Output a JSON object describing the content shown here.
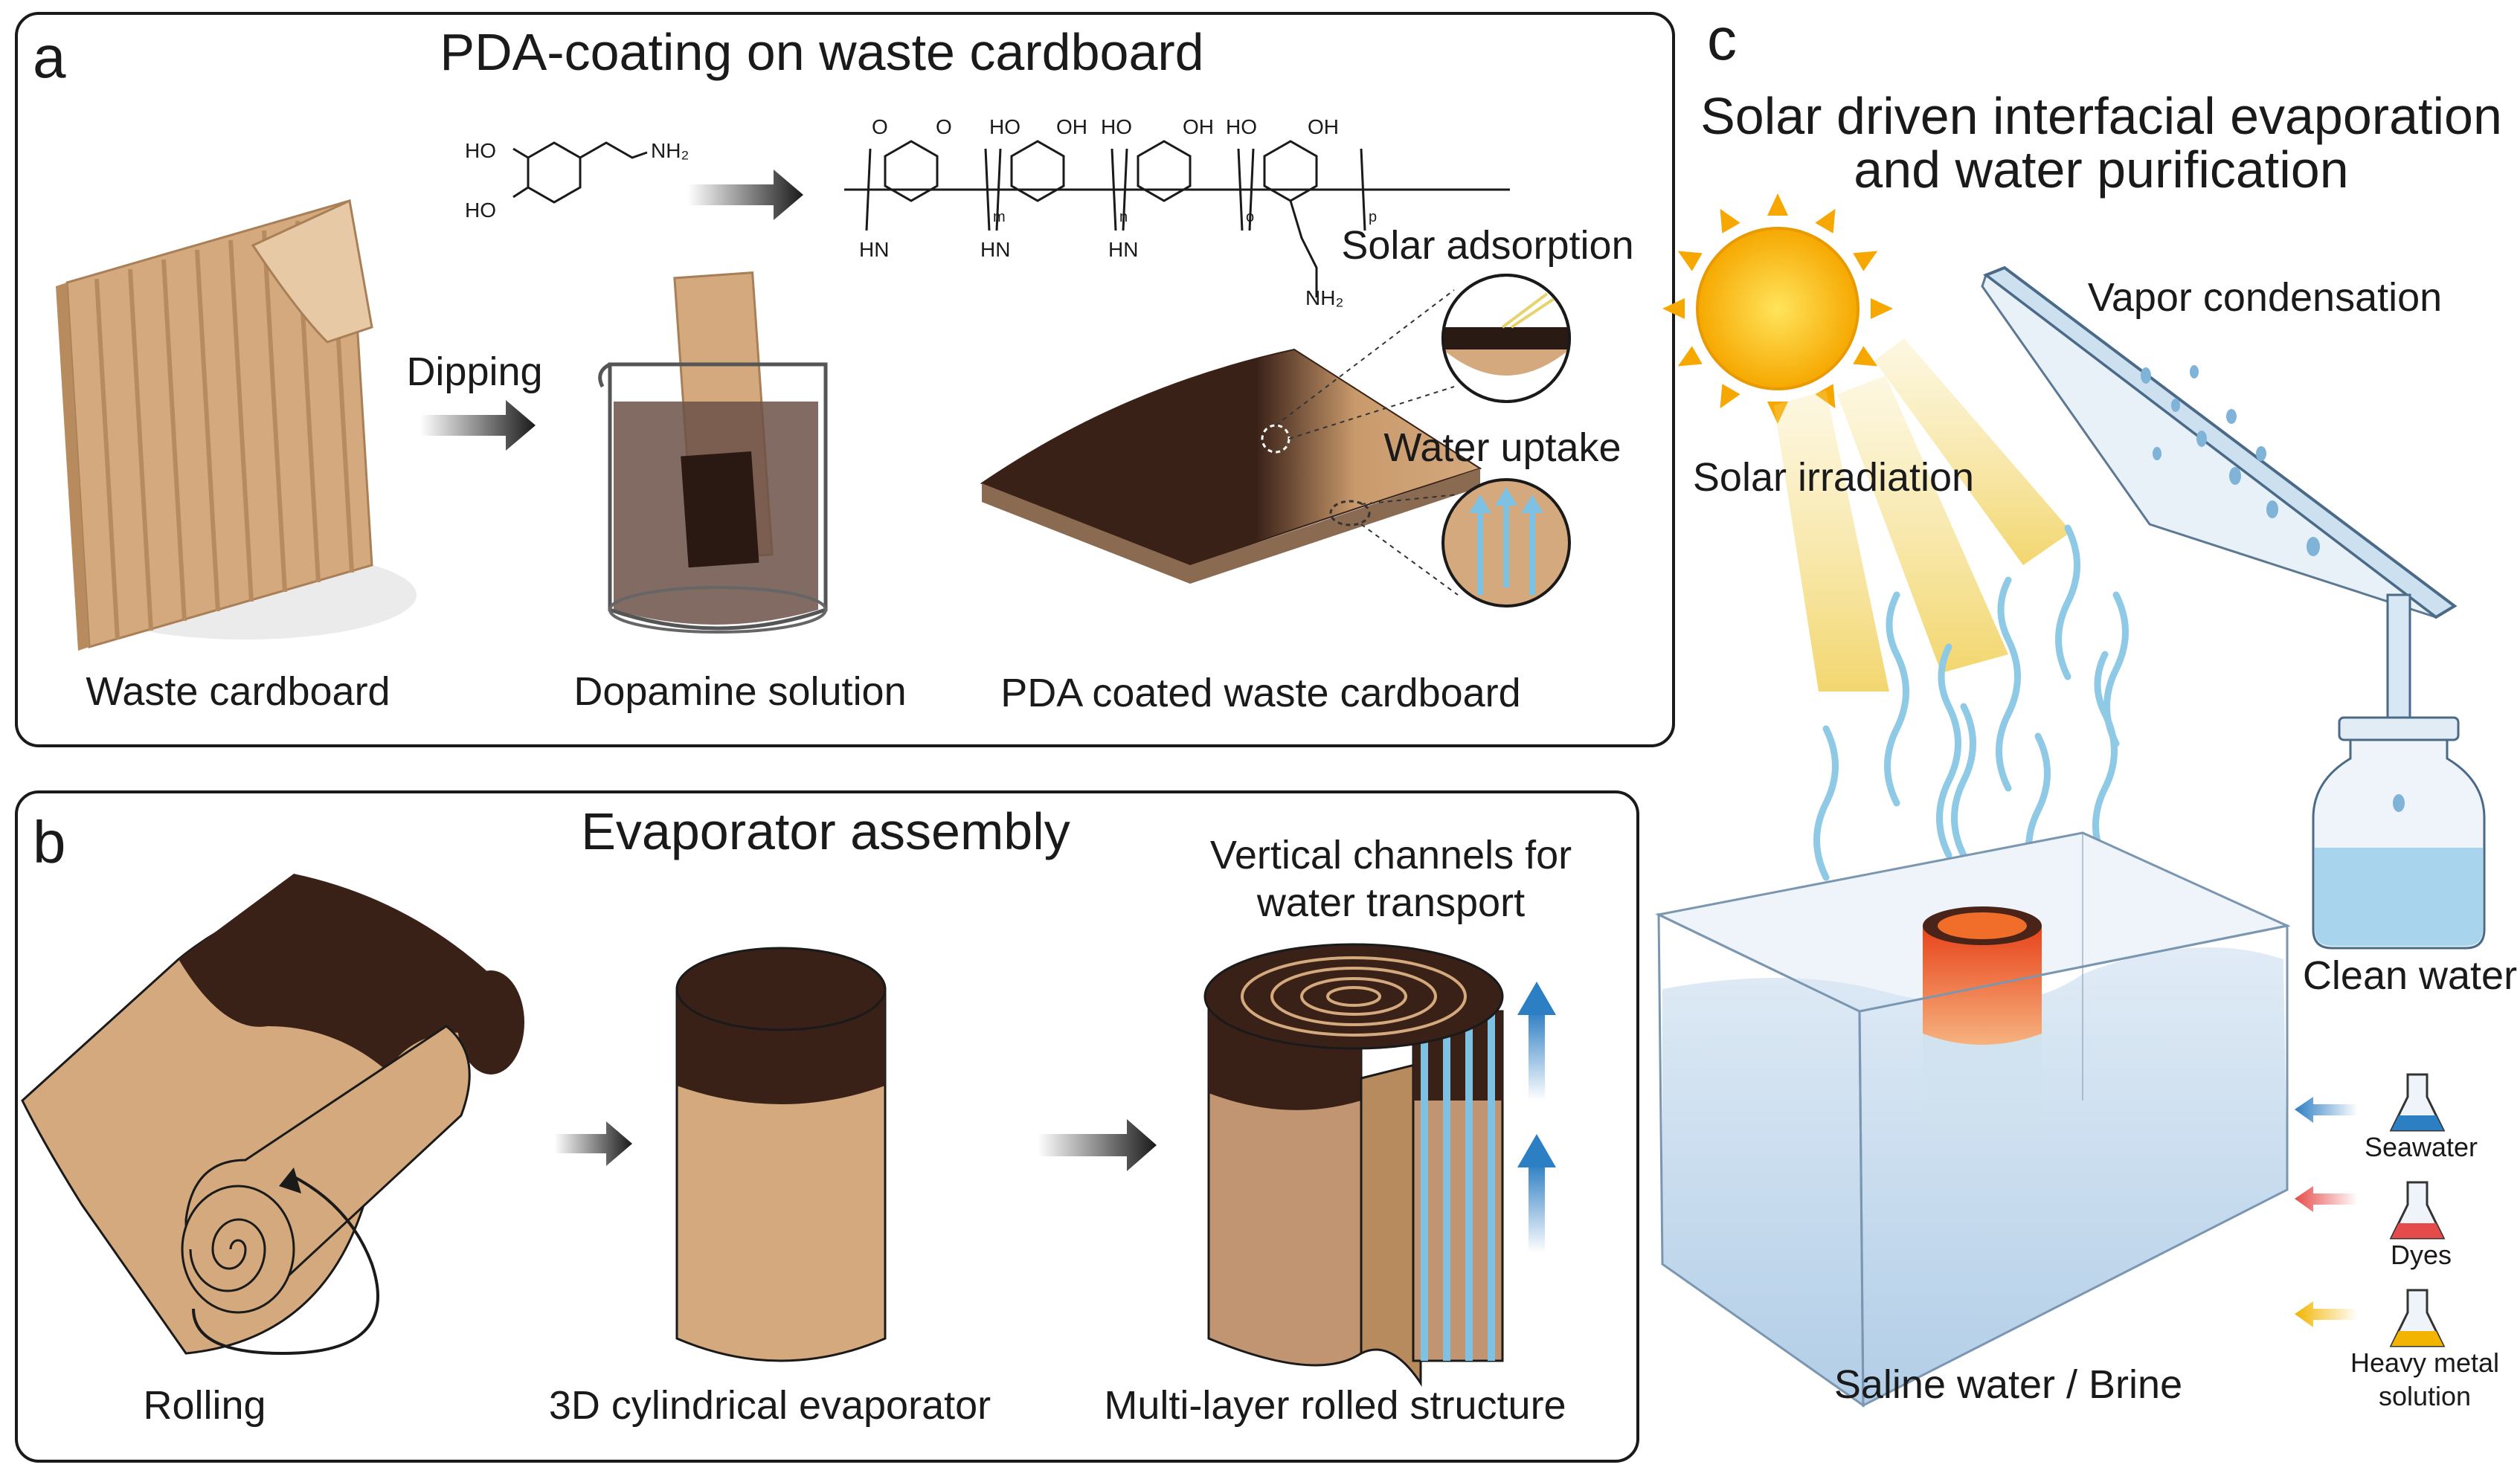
{
  "panel_a": {
    "letter": "a",
    "title": "PDA-coating on waste cardboard",
    "waste_cardboard": "Waste cardboard",
    "dipping": "Dipping",
    "dopamine_solution": "Dopamine solution",
    "pda_coated": "PDA coated waste cardboard",
    "solar_adsorption": "Solar adsorption",
    "water_uptake": "Water uptake",
    "chem": {
      "ho": "HO",
      "nh2": "NH₂",
      "o": "O",
      "oh": "OH",
      "hn": "HN",
      "m": "m",
      "n": "n",
      "o_sub": "o",
      "p": "p"
    }
  },
  "panel_b": {
    "letter": "b",
    "title": "Evaporator assembly",
    "rolling": "Rolling",
    "cylindrical": "3D cylindrical evaporator",
    "multilayer": "Multi-layer rolled structure",
    "vertical_line1": "Vertical channels for",
    "vertical_line2": "water transport"
  },
  "panel_c": {
    "letter": "c",
    "title_line1": "Solar driven interfacial evaporation",
    "title_line2": "and water purification",
    "vapor_condensation": "Vapor condensation",
    "solar_irradiation": "Solar irradiation",
    "clean_water": "Clean water",
    "saline": "Saline water / Brine",
    "seawater": "Seawater",
    "dyes": "Dyes",
    "heavy_line1": "Heavy metal",
    "heavy_line2": "solution"
  },
  "colors": {
    "cardboard": "#d4a97d",
    "cardboard_dark": "#b88b5f",
    "pda": "#3a2118",
    "water": "#bfd6ea",
    "steam": "#8ec9e6",
    "sun": "#f7b500",
    "seawater_arrow": "#2d7fc4",
    "dyes_arrow": "#e64b4b",
    "heavy_arrow": "#f2b400"
  }
}
